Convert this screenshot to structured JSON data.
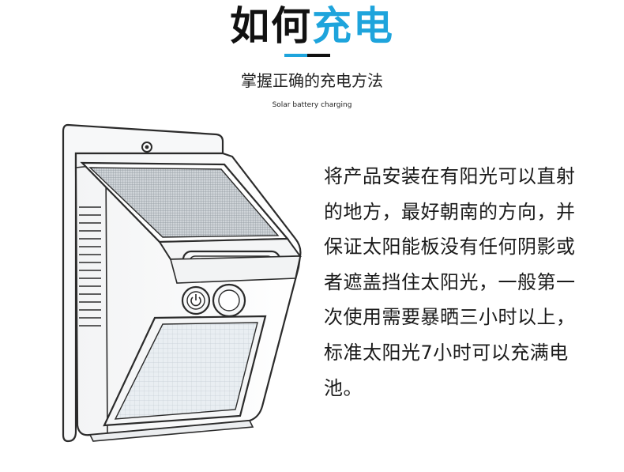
{
  "header": {
    "title_part1": "如何",
    "title_part2": "充电",
    "subtitle": "掌握正确的充电方法",
    "subtitle_en": "Solar battery charging"
  },
  "description": {
    "lines": [
      "将产品安装在有阳光可以直射",
      "的地方，最好朝南的方向，并",
      "保证太阳能板没有任何阴影或",
      "者遮盖挡住太阳光，一般第一",
      "次使用需要暴晒三小时以上，",
      "标准太阳光7小时可以充满电",
      "池。"
    ]
  },
  "colors": {
    "accent": "#1ea4dc",
    "text": "#111111"
  }
}
